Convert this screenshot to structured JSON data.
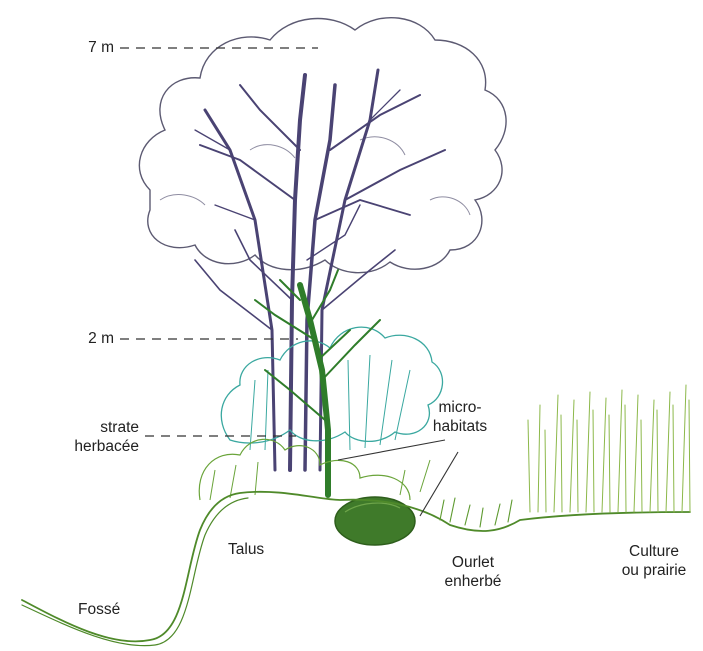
{
  "height_markers": {
    "seven_m": "7 m",
    "two_m": "2 m",
    "herb_layer_line1": "strate",
    "herb_layer_line2": "herbacée"
  },
  "labels": {
    "micro_line1": "micro-",
    "micro_line2": "habitats",
    "talus": "Talus",
    "fosse": "Fossé",
    "ourlet_line1": "Ourlet",
    "ourlet_line2": "enherbé",
    "culture_line1": "Culture",
    "culture_line2": "ou prairie"
  },
  "colors": {
    "canopy_outline": "#5c5a72",
    "trunk": "#4a4373",
    "shrub": "#3aa8a0",
    "young_tree": "#2f7d2a",
    "ground": "#4f8a2a",
    "grass": "#8cb84a",
    "leader_line": "#333333"
  }
}
